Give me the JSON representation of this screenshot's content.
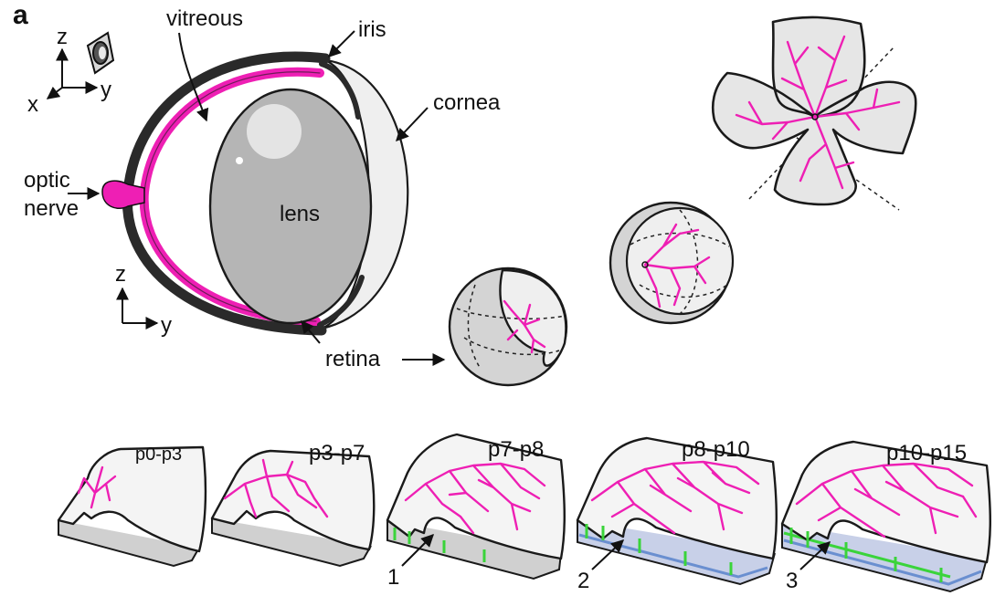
{
  "panel_letter": "a",
  "labels": {
    "vitreous": "vitreous",
    "iris": "iris",
    "cornea": "cornea",
    "optic_line1": "optic",
    "optic_line2": "nerve",
    "lens": "lens",
    "retina": "retina",
    "axis_z": "z",
    "axis_x": "x",
    "axis_y": "y"
  },
  "stages": [
    "p0-p3",
    "p3-p7",
    "p7-p8",
    "p8-p10",
    "p10-p15"
  ],
  "callouts": [
    "1",
    "2",
    "3"
  ],
  "colors": {
    "vessel": "#ee1fb4",
    "retina_layer": "#d0d0d0",
    "lens": "#b5b5b5",
    "green_layer": "#3ad43a",
    "blue_layer": "#6a8fd0",
    "outline": "#1a1a1a"
  }
}
